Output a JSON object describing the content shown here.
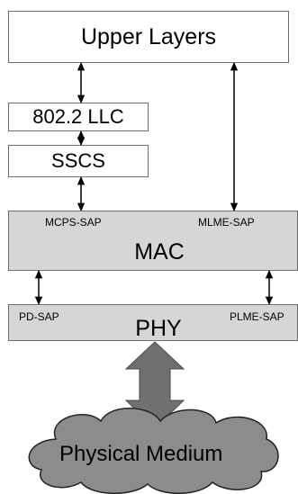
{
  "layers": {
    "upper": "Upper Layers",
    "llc": "802.2 LLC",
    "sscs": "SSCS",
    "mac": "MAC",
    "phy": "PHY",
    "medium": "Physical Medium"
  },
  "saps": {
    "mcps": "MCPS-SAP",
    "mlme": "MLME-SAP",
    "pd": "PD-SAP",
    "plme": "PLME-SAP"
  },
  "colors": {
    "stack_fill": "#d6d6d6",
    "cloud_fill": "#8c8c8c",
    "big_arrow_fill": "#707070"
  }
}
